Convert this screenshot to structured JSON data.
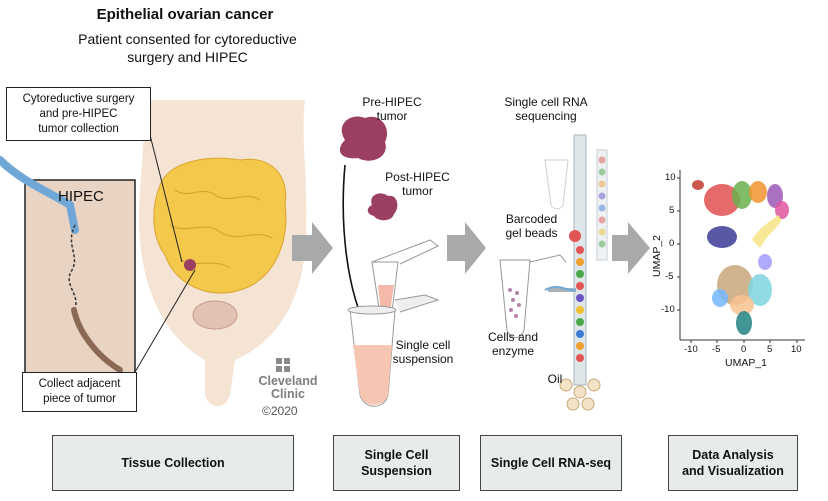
{
  "header": {
    "title": "Epithelial ovarian cancer",
    "subtitle_line1": "Patient consented for cytoreductive",
    "subtitle_line2": "surgery and HIPEC"
  },
  "tissue": {
    "callout_top_line1": "Cytoreductive surgery",
    "callout_top_line2": "and pre-HIPEC",
    "callout_top_line3": "tumor collection",
    "callout_bottom_line1": "Collect adjacent",
    "callout_bottom_line2": "piece of tumor",
    "hipec_label": "HIPEC"
  },
  "logo": {
    "line1": "Cleveland",
    "line2": "Clinic",
    "copyright": "©2020"
  },
  "suspension": {
    "pre_line1": "Pre-HIPEC",
    "pre_line2": "tumor",
    "post_line1": "Post-HIPEC",
    "post_line2": "tumor",
    "single_line1": "Single cell",
    "single_line2": "suspension"
  },
  "rnaseq": {
    "title_line1": "Single cell RNA",
    "title_line2": "sequencing",
    "beads_line1": "Barcoded",
    "beads_line2": "gel beads",
    "cells_line1": "Cells and",
    "cells_line2": "enzyme",
    "oil": "Oil"
  },
  "umap": {
    "xlabel": "UMAP_1",
    "ylabel": "UMAP_2",
    "xticks": [
      "-10",
      "-5",
      "0",
      "5",
      "10"
    ],
    "yticks": [
      "10",
      "5",
      "0",
      "-5",
      "-10"
    ]
  },
  "steps": {
    "tissue_collection": "Tissue Collection",
    "suspension_line1": "Single Cell",
    "suspension_line2": "Suspension",
    "rnaseq": "Single Cell RNA-seq",
    "analysis_line1": "Data Analysis",
    "analysis_line2": "and Visualization"
  },
  "colors": {
    "tumor": "#9b3f63",
    "fat": "#f4c84a",
    "skin": "#f3dcc9",
    "hipec_bg": "#e9d3c3",
    "arrow": "#a7a9ab",
    "box_fill": "#e7ebec"
  }
}
